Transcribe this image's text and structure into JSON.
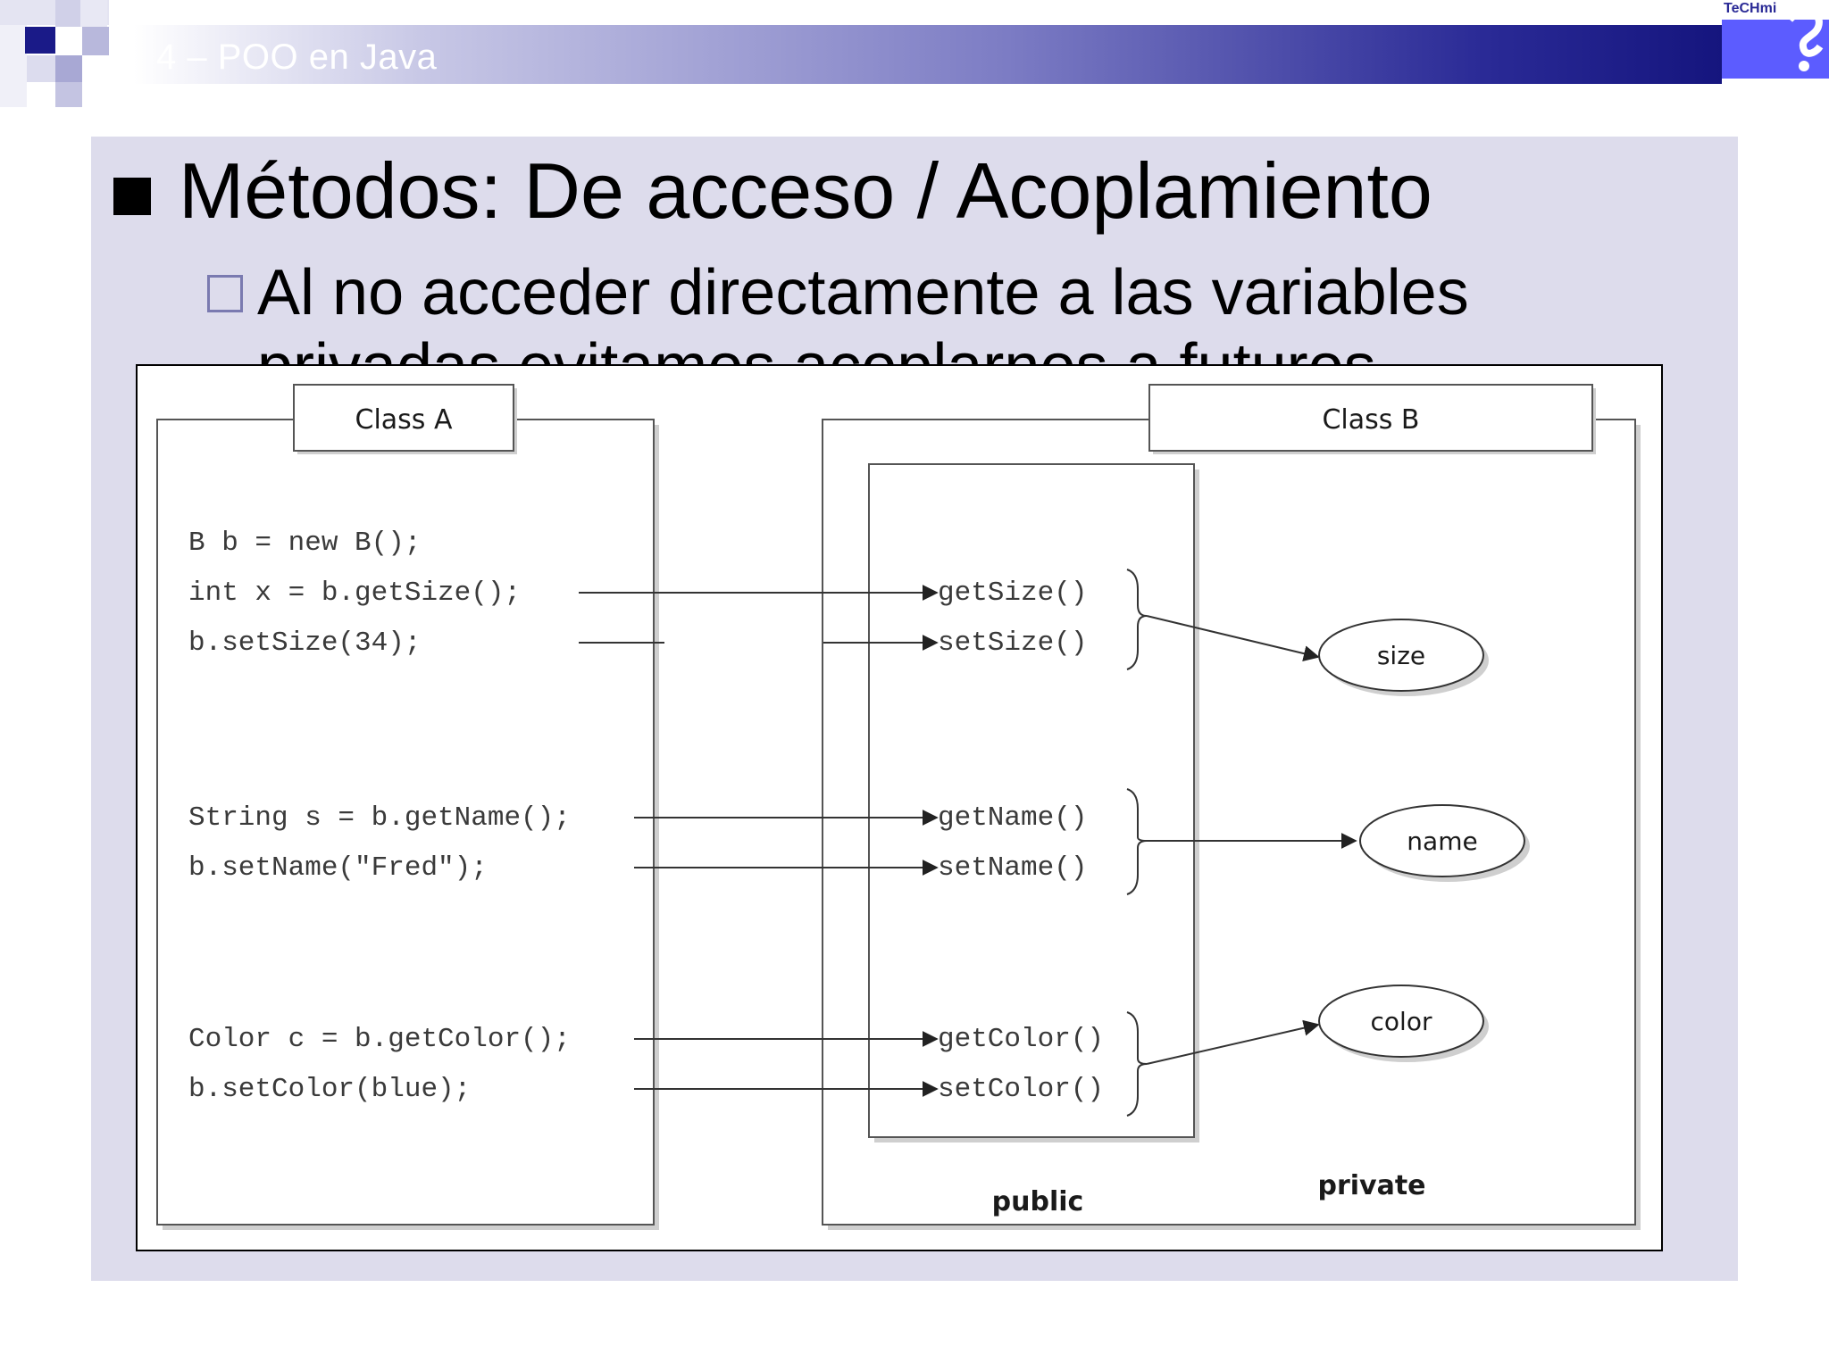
{
  "header": {
    "title": "4 – POO en Java",
    "logo_text": "TeCHmi",
    "colors": {
      "band_dark": "#15157e",
      "band_light": "#c8c8e6",
      "deco": "#1a1a88"
    }
  },
  "content": {
    "heading": "Métodos: De acceso / Acoplamiento",
    "subbullet": "Al no acceder directamente a las variables",
    "subbullet_cut": "privadas evitamos acoplarnos a futuros",
    "panel_color": "#dddcec"
  },
  "diagram": {
    "class_a": {
      "title": "Class A",
      "code_lines": [
        "B b = new B();",
        "int x = b.getSize();",
        "b.setSize(34);",
        "String s = b.getName();",
        "b.setName(\"Fred\");",
        "Color c = b.getColor();",
        "b.setColor(blue);"
      ]
    },
    "class_b": {
      "title": "Class B",
      "methods": [
        "getSize()",
        "setSize()",
        "getName()",
        "setName()",
        "getColor()",
        "setColor()"
      ],
      "fields": [
        "size",
        "name",
        "color"
      ],
      "public_label": "public",
      "private_label": "private"
    }
  }
}
